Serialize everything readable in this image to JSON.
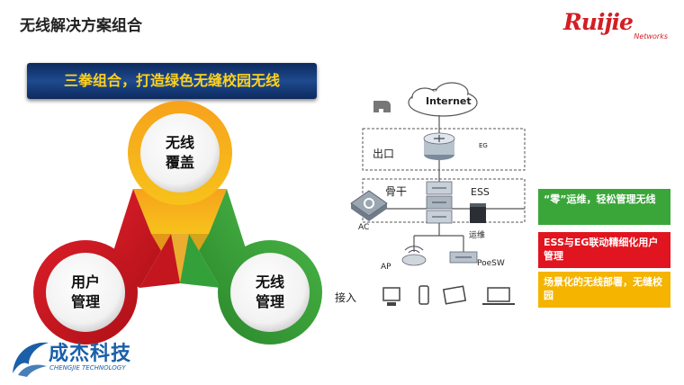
{
  "title": "无线解决方案组合",
  "logo": {
    "name": "Ruijie",
    "sub": "Networks"
  },
  "banner": "三拳组合，打造绿色无缝校园无线",
  "circles": {
    "top": {
      "line1": "无线",
      "line2": "覆盖"
    },
    "left": {
      "line1": "用户",
      "line2": "管理"
    },
    "right": {
      "line1": "无线",
      "line2": "管理"
    }
  },
  "network": {
    "internet": "Internet",
    "exit": "出口",
    "eg": "EG",
    "backbone": "骨干",
    "ess": "ESS",
    "ac": "AC",
    "ops": "运维",
    "ap": "AP",
    "poesw": "PoeSW",
    "access": "接入"
  },
  "boxes": [
    {
      "text": "“零”运维，轻松管理无线",
      "color": "#3aa63a"
    },
    {
      "text": "ESS与EG联动精细化用户管理",
      "color": "#e0151f"
    },
    {
      "text": "场景化的无线部署，无缝校园",
      "color": "#f5b400"
    }
  ],
  "company": {
    "name": "成杰科技",
    "sub": "CHENGJIE TECHNOLOGY"
  },
  "colors": {
    "orange": "#f39c12",
    "red": "#d81e28",
    "green": "#3aa63a",
    "navy": "#143a78"
  }
}
